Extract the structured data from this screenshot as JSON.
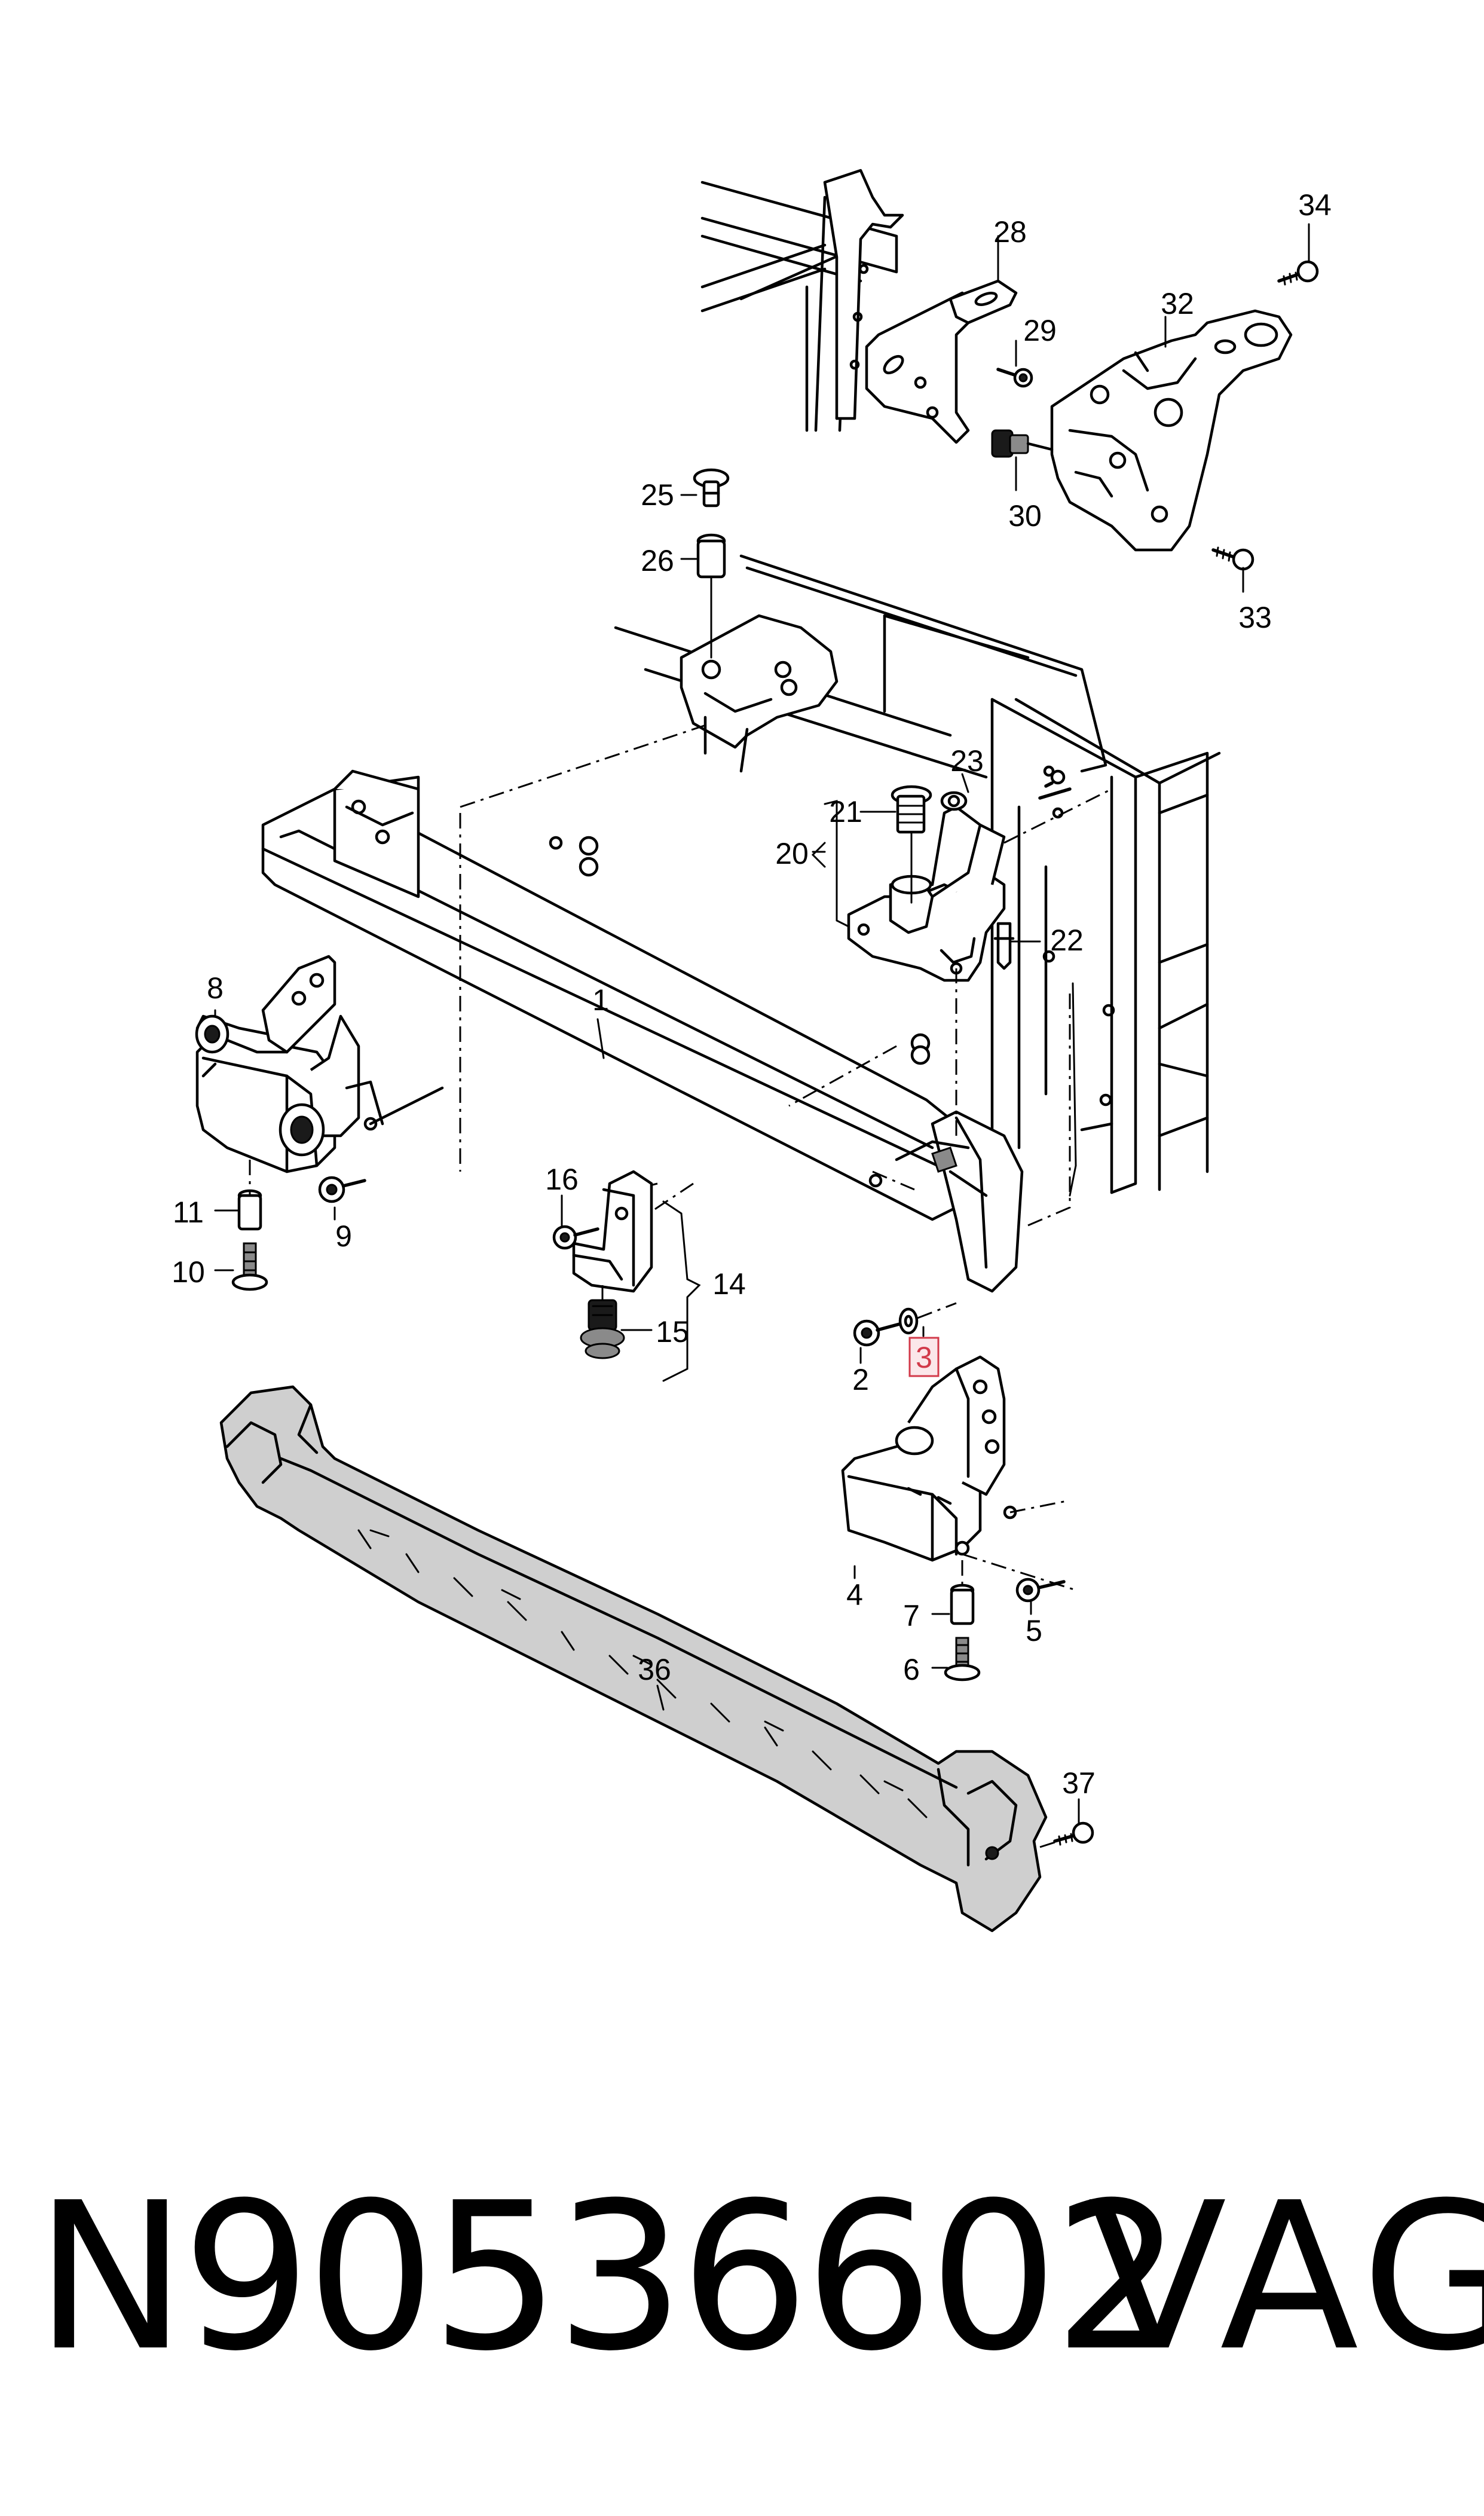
{
  "labels": {
    "l1": "1",
    "l2": "2",
    "l3": "3",
    "l4": "4",
    "l5": "5",
    "l6": "6",
    "l7": "7",
    "l8": "8",
    "l9": "9",
    "l10": "10",
    "l11": "11",
    "l14": "14",
    "l15": "15",
    "l16": "16",
    "l20": "20",
    "l21": "21",
    "l22": "22",
    "l23": "23",
    "l25": "25",
    "l26": "26",
    "l28": "28",
    "l29": "29",
    "l30": "30",
    "l32": "32",
    "l33": "33",
    "l34": "34",
    "l36": "36",
    "l37": "37"
  },
  "highlight": {
    "label": "3",
    "color": "#d23a4a"
  },
  "footer": {
    "part_number": "N90536602",
    "brand": "VAG"
  }
}
